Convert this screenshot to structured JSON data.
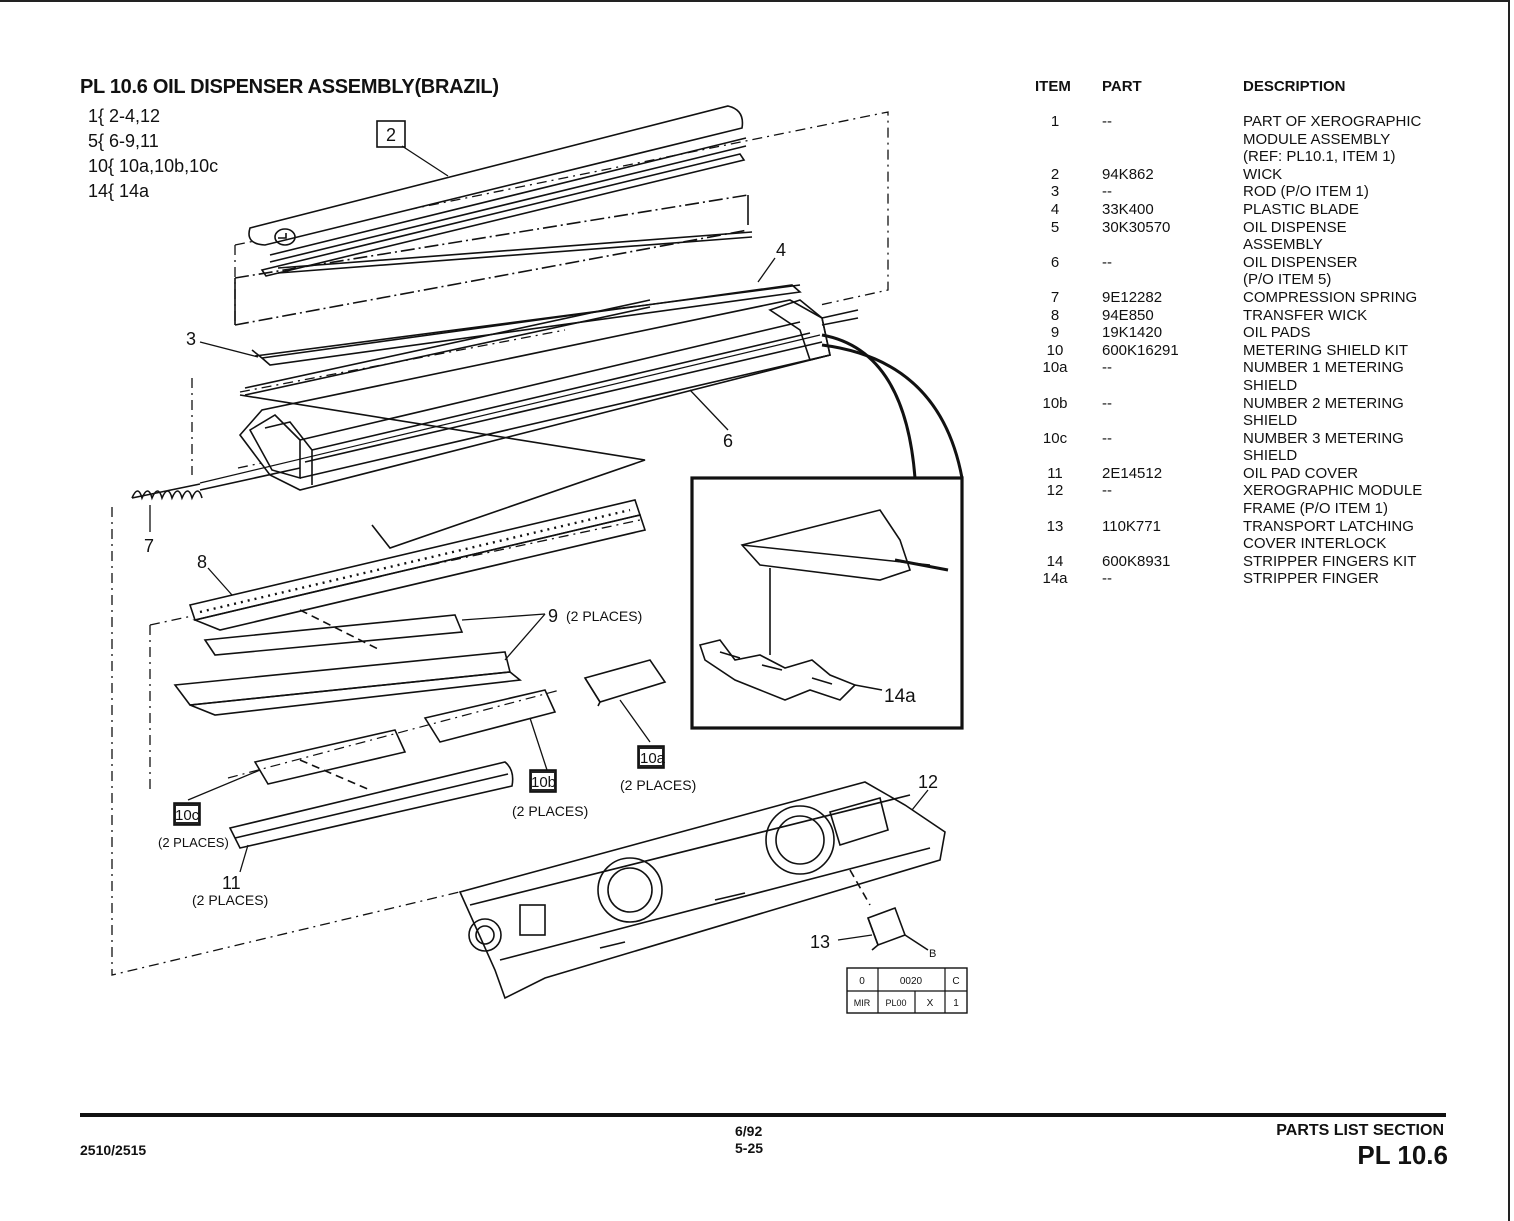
{
  "title": "PL 10.6 OIL DISPENSER ASSEMBLY(BRAZIL)",
  "groups": [
    "1{ 2-4,12",
    "5{ 6-9,11",
    "10{ 10a,10b,10c",
    "14{ 14a"
  ],
  "callouts": {
    "c2": "2",
    "c3": "3",
    "c4": "4",
    "c6": "6",
    "c7": "7",
    "c8": "8",
    "c9": "9",
    "c9_places": "(2 PLACES)",
    "c10a": "10a",
    "c10a_places": "(2 PLACES)",
    "c10b": "10b",
    "c10b_places": "(2 PLACES)",
    "c10c": "10c",
    "c10c_places": "(2 PLACES)",
    "c11": "11",
    "c11_places": "(2 PLACES)",
    "c12": "12",
    "c13": "13",
    "c14a": "14a",
    "cB": "B"
  },
  "stamp": [
    "0",
    "0020",
    "C",
    "MIR",
    "PL00",
    "X",
    "1"
  ],
  "table": {
    "headers": {
      "item": "ITEM",
      "part": "PART",
      "description": "DESCRIPTION"
    },
    "rows": [
      {
        "item": "1",
        "part": "--",
        "desc": [
          "PART OF XEROGRAPHIC",
          "MODULE ASSEMBLY",
          "(REF: PL10.1, ITEM 1)"
        ]
      },
      {
        "item": "2",
        "part": "94K862",
        "desc": [
          "WICK"
        ]
      },
      {
        "item": "3",
        "part": "--",
        "desc": [
          "ROD (P/O ITEM 1)"
        ]
      },
      {
        "item": "4",
        "part": "33K400",
        "desc": [
          "PLASTIC BLADE"
        ]
      },
      {
        "item": "5",
        "part": "30K30570",
        "desc": [
          "OIL DISPENSE",
          "ASSEMBLY"
        ]
      },
      {
        "item": "6",
        "part": "--",
        "desc": [
          "OIL DISPENSER",
          "(P/O ITEM 5)"
        ]
      },
      {
        "item": "7",
        "part": "9E12282",
        "desc": [
          "COMPRESSION SPRING"
        ]
      },
      {
        "item": "8",
        "part": "94E850",
        "desc": [
          "TRANSFER WICK"
        ]
      },
      {
        "item": "9",
        "part": "19K1420",
        "desc": [
          "OIL PADS"
        ]
      },
      {
        "item": "10",
        "part": "600K16291",
        "desc": [
          "METERING SHIELD KIT"
        ]
      },
      {
        "item": "10a",
        "part": "--",
        "desc": [
          "NUMBER 1 METERING",
          "SHIELD"
        ]
      },
      {
        "item": "10b",
        "part": "--",
        "desc": [
          "NUMBER 2 METERING",
          "SHIELD"
        ]
      },
      {
        "item": "10c",
        "part": "--",
        "desc": [
          "NUMBER 3 METERING",
          "SHIELD"
        ]
      },
      {
        "item": "11",
        "part": "2E14512",
        "desc": [
          "OIL PAD COVER"
        ]
      },
      {
        "item": "12",
        "part": "--",
        "desc": [
          "XEROGRAPHIC MODULE",
          "FRAME (P/O ITEM 1)"
        ]
      },
      {
        "item": "13",
        "part": "110K771",
        "desc": [
          "TRANSPORT LATCHING",
          "COVER INTERLOCK"
        ]
      },
      {
        "item": "14",
        "part": "600K8931",
        "desc": [
          "STRIPPER FINGERS KIT"
        ]
      },
      {
        "item": "14a",
        "part": "--",
        "desc": [
          "STRIPPER FINGER"
        ]
      }
    ]
  },
  "footer": {
    "model": "2510/2515",
    "date": "6/92",
    "page": "5-25",
    "section": "PARTS LIST SECTION",
    "pl": "PL 10.6"
  }
}
